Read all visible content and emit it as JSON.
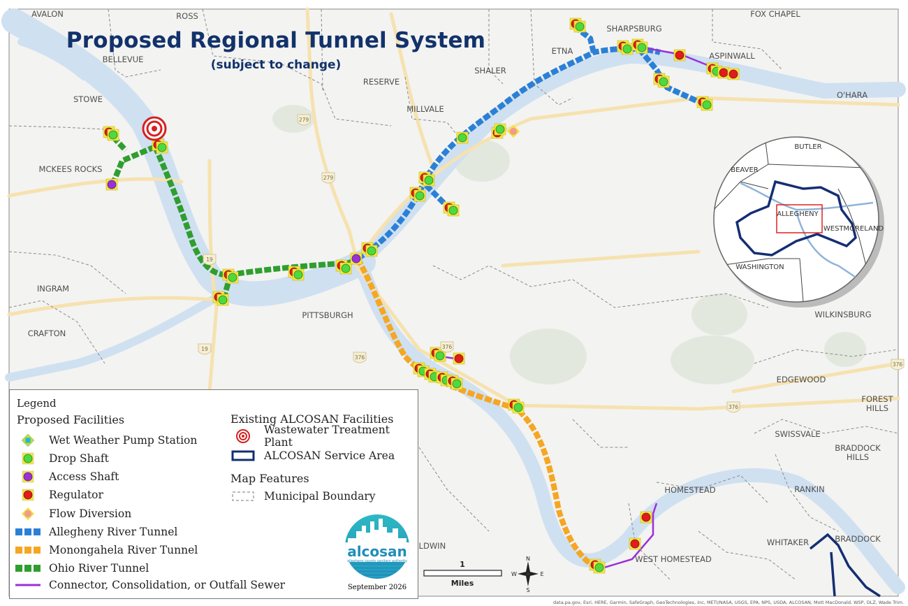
{
  "title": "Proposed Regional Tunnel System",
  "subtitle": "(subject to change)",
  "colors": {
    "allegheny_tunnel": "#2b80d6",
    "monongahela_tunnel": "#f5a623",
    "ohio_tunnel": "#2f9e2f",
    "connector": "#9b30d9",
    "service_area": "#152e73",
    "river": "#cfe0f1",
    "road": "#f6e2b0",
    "boundary": "#888888",
    "title": "#12326b"
  },
  "municipalities": [
    "AVALON",
    "ROSS",
    "FOX CHAPEL",
    "SHARPSBURG",
    "BELLEVUE",
    "ETNA",
    "ASPINWALL",
    "SHALER",
    "RESERVE",
    "STOWE",
    "O'HARA",
    "MILLVALE",
    "MCKEES ROCKS",
    "INGRAM",
    "PITTSBURGH",
    "CRAFTON",
    "WILKINSBURG",
    "EDGEWOOD",
    "FOREST HILLS",
    "SWISSVALE",
    "BRADDOCK HILLS",
    "HOMESTEAD",
    "RANKIN",
    "BALDWIN",
    "WHITAKER",
    "BRADDOCK",
    "WEST HOMESTEAD"
  ],
  "highway_shields": [
    "279",
    "279",
    "19",
    "19",
    "376",
    "376",
    "376",
    "376"
  ],
  "inset": {
    "counties": [
      "BUTLER",
      "BEAVER",
      "ALLEGHENY",
      "WESTMORELAND",
      "WASHINGTON"
    ]
  },
  "legend": {
    "title": "Legend",
    "proposed_header": "Proposed Facilities",
    "existing_header": "Existing ALCOSAN Facilities",
    "features_header": "Map Features",
    "items": {
      "pump_station": "Wet Weather Pump Station",
      "drop_shaft": "Drop Shaft",
      "access_shaft": "Access Shaft",
      "regulator": "Regulator",
      "flow_diversion": "Flow Diversion",
      "allegheny_tunnel": "Allegheny River Tunnel",
      "mon_tunnel": "Monongahela River Tunnel",
      "ohio_tunnel": "Ohio River Tunnel",
      "connector": "Connector, Consolidation, or Outfall Sewer",
      "wwtp": "Wastewater Treatment Plant",
      "service_area": "ALCOSAN Service Area",
      "municipal_boundary": "Municipal Boundary"
    }
  },
  "brand": {
    "name": "alcosan",
    "tagline": "allegheny county sanitary authority",
    "date": "September 2026"
  },
  "scale": {
    "value": "1",
    "unit": "Miles"
  },
  "compass": {
    "n": "N",
    "s": "S",
    "e": "E",
    "w": "W"
  },
  "credits": "data.pa.gov, Esri, HERE, Garmin, SafeGraph, GeoTechnologies, Inc, METI/NASA, USGS, EPA, NPS, USDA, ALCOSAN, Mott MacDonald, WSP, DLZ, Wade Trim."
}
